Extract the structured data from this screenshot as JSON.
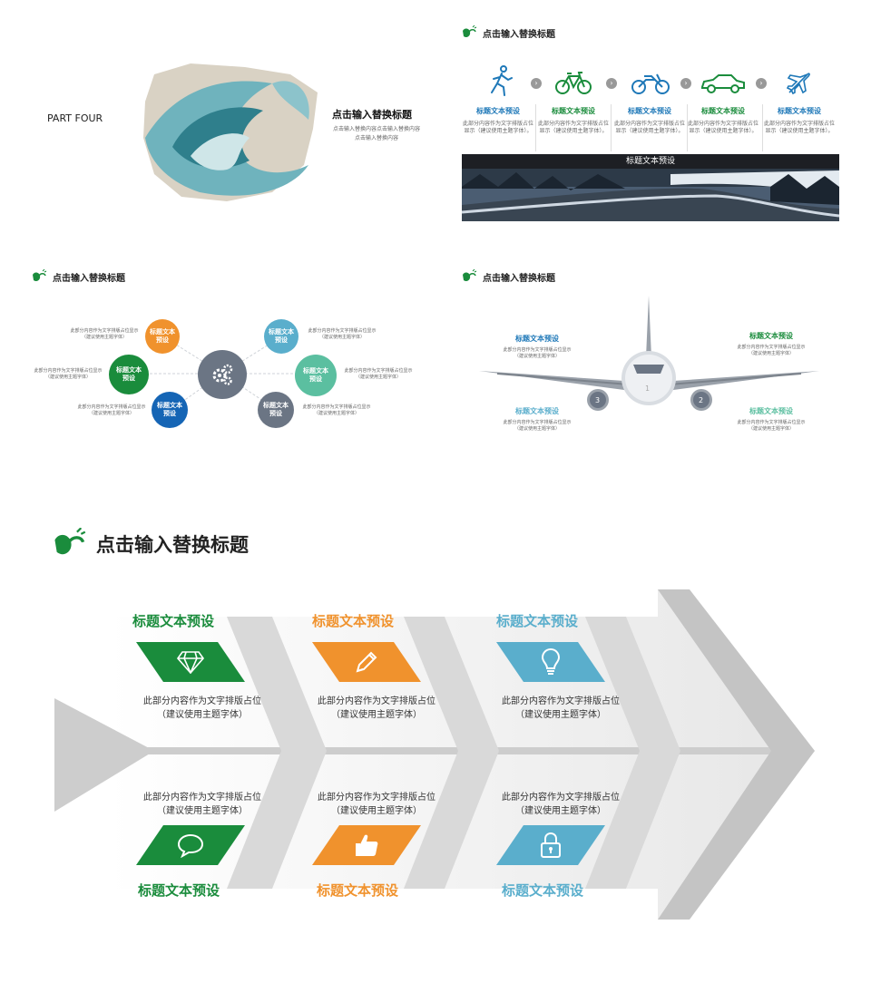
{
  "colors": {
    "green": "#1a8c3c",
    "orange": "#f0922d",
    "blue": "#5aaecc",
    "darkblue": "#1565b5",
    "teal": "#5bbfa0",
    "gray": "#6b7584",
    "grayblue": "#4e95c0"
  },
  "slide1": {
    "part": "PART FOUR",
    "title": "点击输入替换标题",
    "desc1": "点击输入替换内容点击输入替换内容",
    "desc2": "点击输入替换内容"
  },
  "slide2": {
    "header": "点击输入替换标题",
    "items": [
      {
        "icon": "runner-icon",
        "title": "标题文本预设",
        "text1": "此部分内容作为文字排版占位",
        "text2": "显示（建议使用主题字体）。"
      },
      {
        "icon": "bicycle-icon",
        "title": "标题文本预设",
        "text1": "此部分内容作为文字排版占位",
        "text2": "显示（建议使用主题字体）。"
      },
      {
        "icon": "motorcycle-icon",
        "title": "标题文本预设",
        "text1": "此部分内容作为文字排版占位",
        "text2": "显示（建议使用主题字体）。"
      },
      {
        "icon": "car-icon",
        "title": "标题文本预设",
        "text1": "此部分内容作为文字排版占位",
        "text2": "显示（建议使用主题字体）。"
      },
      {
        "icon": "airplane-icon",
        "title": "标题文本预设",
        "text1": "此部分内容作为文字排版占位",
        "text2": "显示（建议使用主题字体）。"
      }
    ],
    "banner": "标题文本预设"
  },
  "slide3": {
    "header": "点击输入替换标题",
    "circles": [
      {
        "label1": "标题文本",
        "label2": "预设",
        "text1": "此部分内容作为文字排版占位显示",
        "text2": "（建议使用主题字体）"
      },
      {
        "label1": "标题文本",
        "label2": "预设",
        "text1": "此部分内容作为文字排版占位显示",
        "text2": "（建议使用主题字体）"
      },
      {
        "label1": "标题文本",
        "label2": "预设",
        "text1": "此部分内容作为文字排版占位显示",
        "text2": "（建议使用主题字体）"
      },
      {
        "label1": "标题文本",
        "label2": "预设",
        "text1": "此部分内容作为文字排版占位显示",
        "text2": "（建议使用主题字体）"
      },
      {
        "label1": "标题文本",
        "label2": "预设",
        "text1": "此部分内容作为文字排版占位显示",
        "text2": "（建议使用主题字体）"
      },
      {
        "label1": "标题文本",
        "label2": "预设",
        "text1": "此部分内容作为文字排版占位显示",
        "text2": "（建议使用主题字体）"
      }
    ]
  },
  "slide4": {
    "header": "点击输入替换标题",
    "blocks": [
      {
        "title": "标题文本预设",
        "text1": "此部分内容作为文字排版占位显示",
        "text2": "（建议使用主题字体）"
      },
      {
        "title": "标题文本预设",
        "text1": "此部分内容作为文字排版占位显示",
        "text2": "（建议使用主题字体）"
      },
      {
        "title": "标题文本预设",
        "text1": "此部分内容作为文字排版占位显示",
        "text2": "（建议使用主题字体）"
      },
      {
        "title": "标题文本预设",
        "text1": "此部分内容作为文字排版占位显示",
        "text2": "（建议使用主题字体）"
      }
    ],
    "n1": "1",
    "n2": "2",
    "n3": "3"
  },
  "slide5": {
    "header": "点击输入替换标题",
    "top": [
      {
        "title": "标题文本预设",
        "icon": "diamond-icon",
        "text1": "此部分内容作为文字排版占位",
        "text2": "（建议使用主题字体）"
      },
      {
        "title": "标题文本预设",
        "icon": "pencil-icon",
        "text1": "此部分内容作为文字排版占位",
        "text2": "（建议使用主题字体）"
      },
      {
        "title": "标题文本预设",
        "icon": "lightbulb-icon",
        "text1": "此部分内容作为文字排版占位",
        "text2": "（建议使用主题字体）"
      }
    ],
    "bottom": [
      {
        "title": "标题文本预设",
        "icon": "chat-bubble-icon",
        "text1": "此部分内容作为文字排版占位",
        "text2": "（建议使用主题字体）"
      },
      {
        "title": "标题文本预设",
        "icon": "thumbs-up-icon",
        "text1": "此部分内容作为文字排版占位",
        "text2": "（建议使用主题字体）"
      },
      {
        "title": "标题文本预设",
        "icon": "padlock-icon",
        "text1": "此部分内容作为文字排版占位",
        "text2": "（建议使用主题字体）"
      }
    ]
  }
}
